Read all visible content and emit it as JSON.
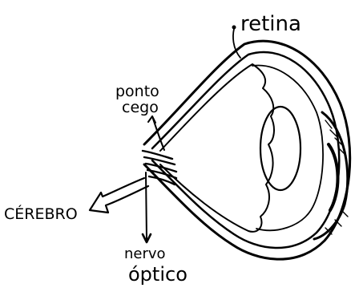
{
  "labels": {
    "retina": "retina",
    "blind_spot_line1": "ponto",
    "blind_spot_line2": "cego",
    "brain": "CÉREBRO",
    "optic_nerve_line1": "nervo",
    "optic_nerve_line2": "óptico"
  },
  "colors": {
    "ink": "#000000",
    "background": "#ffffff"
  }
}
